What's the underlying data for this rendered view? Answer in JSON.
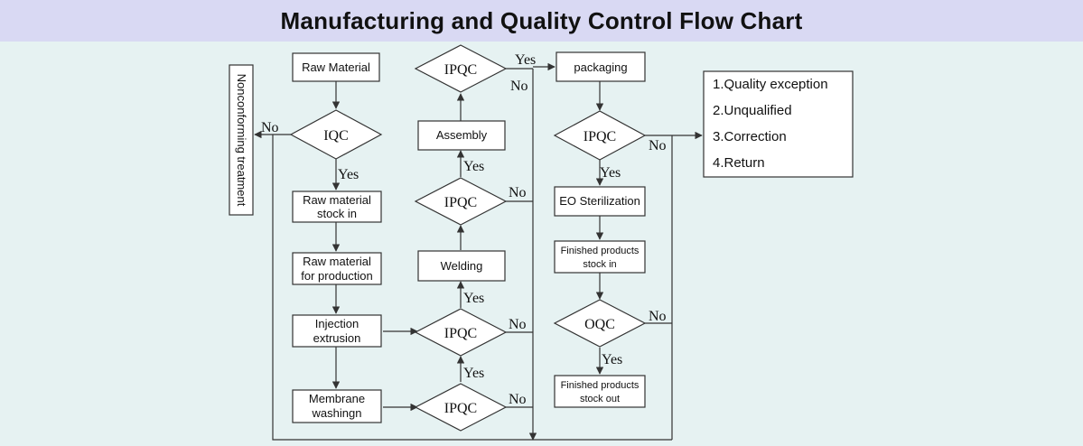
{
  "title": "Manufacturing and Quality Control Flow Chart",
  "nodes": {
    "raw_material": "Raw Material",
    "iqc": "IQC",
    "raw_stock_in_1": "Raw material",
    "raw_stock_in_2": "stock in",
    "raw_production_1": "Raw material",
    "raw_production_2": "for production",
    "injection_1": "Injection",
    "injection_2": "extrusion",
    "membrane_1": "Membrane",
    "membrane_2": "washingn",
    "ipqc_membrane": "IPQC",
    "ipqc_injection": "IPQC",
    "welding": "Welding",
    "ipqc_welding": "IPQC",
    "assembly": "Assembly",
    "ipqc_assembly": "IPQC",
    "packaging": "packaging",
    "ipqc_packaging": "IPQC",
    "eo_sterilization": "EO Sterilization",
    "finished_in_1": "Finished products",
    "finished_in_2": "stock in",
    "oqc": "OQC",
    "finished_out_1": "Finished products",
    "finished_out_2": "stock out",
    "nonconforming": "Nonconforming treatment"
  },
  "labels": {
    "yes": "Yes",
    "no": "No"
  },
  "notes": [
    "1.Quality exception",
    "2.Unqualified",
    "3.Correction",
    "4.Return"
  ]
}
